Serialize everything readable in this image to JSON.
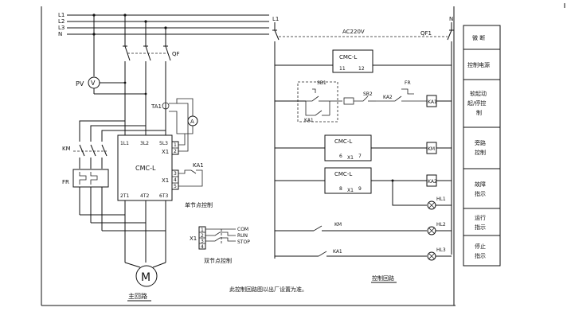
{
  "main_circuit": {
    "lines": [
      "L1",
      "L2",
      "L3",
      "N"
    ],
    "breaker_qf": "QF",
    "voltmeter_label": "PV",
    "voltmeter_symbol": "V",
    "ct_label": "TA1",
    "ammeter_symbol": "A",
    "bypass_contactor": "KM",
    "thermal_relay": "FR",
    "softstarter": {
      "name": "CMC-L",
      "in_terminals": [
        "1L1",
        "3L2",
        "5L3"
      ],
      "out_terminals": [
        "2T1",
        "4T2",
        "6T3"
      ],
      "x1_top": "X1",
      "x1_mid": "X1",
      "pins_top": [
        "1",
        "2"
      ],
      "pins_mid": [
        "3",
        "4",
        "5"
      ]
    },
    "ka1_label": "KA1",
    "single_node_caption": "单节点控制",
    "double_node": {
      "x1": "X1",
      "pins": [
        "1",
        "2",
        "3",
        "4"
      ],
      "labels": [
        "COM",
        "RUN",
        "STOP"
      ],
      "caption": "双节点控制"
    },
    "motor_symbol": "M",
    "caption": "主回路"
  },
  "control_circuit": {
    "l1": "L1",
    "n": "N",
    "ac_label": "AC220V",
    "qf_label": "QF1",
    "cmc_top": {
      "name": "CMC-L",
      "pins": [
        "11",
        "12"
      ]
    },
    "sb1": "SB1",
    "sb2": "SB2",
    "ka2_contact": "KA2",
    "fr_contact": "FR",
    "ka1_coil": "KA1",
    "ka1_hold": "KA1",
    "cmc_mid": {
      "name": "CMC-L",
      "pin_a": "6",
      "x1": "X1",
      "pin_b": "7"
    },
    "km_coil": "KM",
    "cmc_low": {
      "name": "CMC-L",
      "pin_a": "8",
      "x1": "X1",
      "pin_b": "9"
    },
    "ka2_coil": "KA2",
    "hl1": "HL1",
    "hl2": "HL2",
    "hl3": "HL3",
    "km_contact": "KM",
    "ka1_contact": "KA1",
    "caption": "控制回路"
  },
  "side_labels": [
    {
      "text": [
        "微  断"
      ]
    },
    {
      "text": [
        "控制电源"
      ]
    },
    {
      "text": [
        "软起动",
        "起/停控",
        "制"
      ]
    },
    {
      "text": [
        "旁路",
        "控制"
      ]
    },
    {
      "text": [
        "故障",
        "指示"
      ]
    },
    {
      "text": [
        "运行",
        "指示"
      ]
    },
    {
      "text": [
        "停止",
        "指示"
      ]
    }
  ],
  "footnote": "此控制回路图以出厂设置为准。"
}
